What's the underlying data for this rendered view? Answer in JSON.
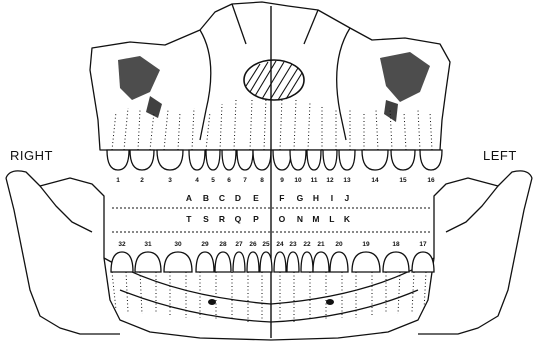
{
  "labels": {
    "right": "RIGHT",
    "left": "LEFT"
  },
  "upper_numbers": [
    "1",
    "2",
    "3",
    "4",
    "5",
    "6",
    "7",
    "8",
    "9",
    "10",
    "11",
    "12",
    "13",
    "14",
    "15",
    "16"
  ],
  "lower_numbers": [
    "32",
    "31",
    "30",
    "29",
    "28",
    "27",
    "26",
    "25",
    "24",
    "23",
    "22",
    "21",
    "20",
    "19",
    "18",
    "17"
  ],
  "primary_upper_letters": [
    "A",
    "B",
    "C",
    "D",
    "E",
    "F",
    "G",
    "H",
    "I",
    "J"
  ],
  "primary_lower_letters": [
    "T",
    "S",
    "R",
    "Q",
    "P",
    "O",
    "N",
    "M",
    "L",
    "K"
  ],
  "colors": {
    "ink": "#111111",
    "paper": "#ffffff"
  }
}
